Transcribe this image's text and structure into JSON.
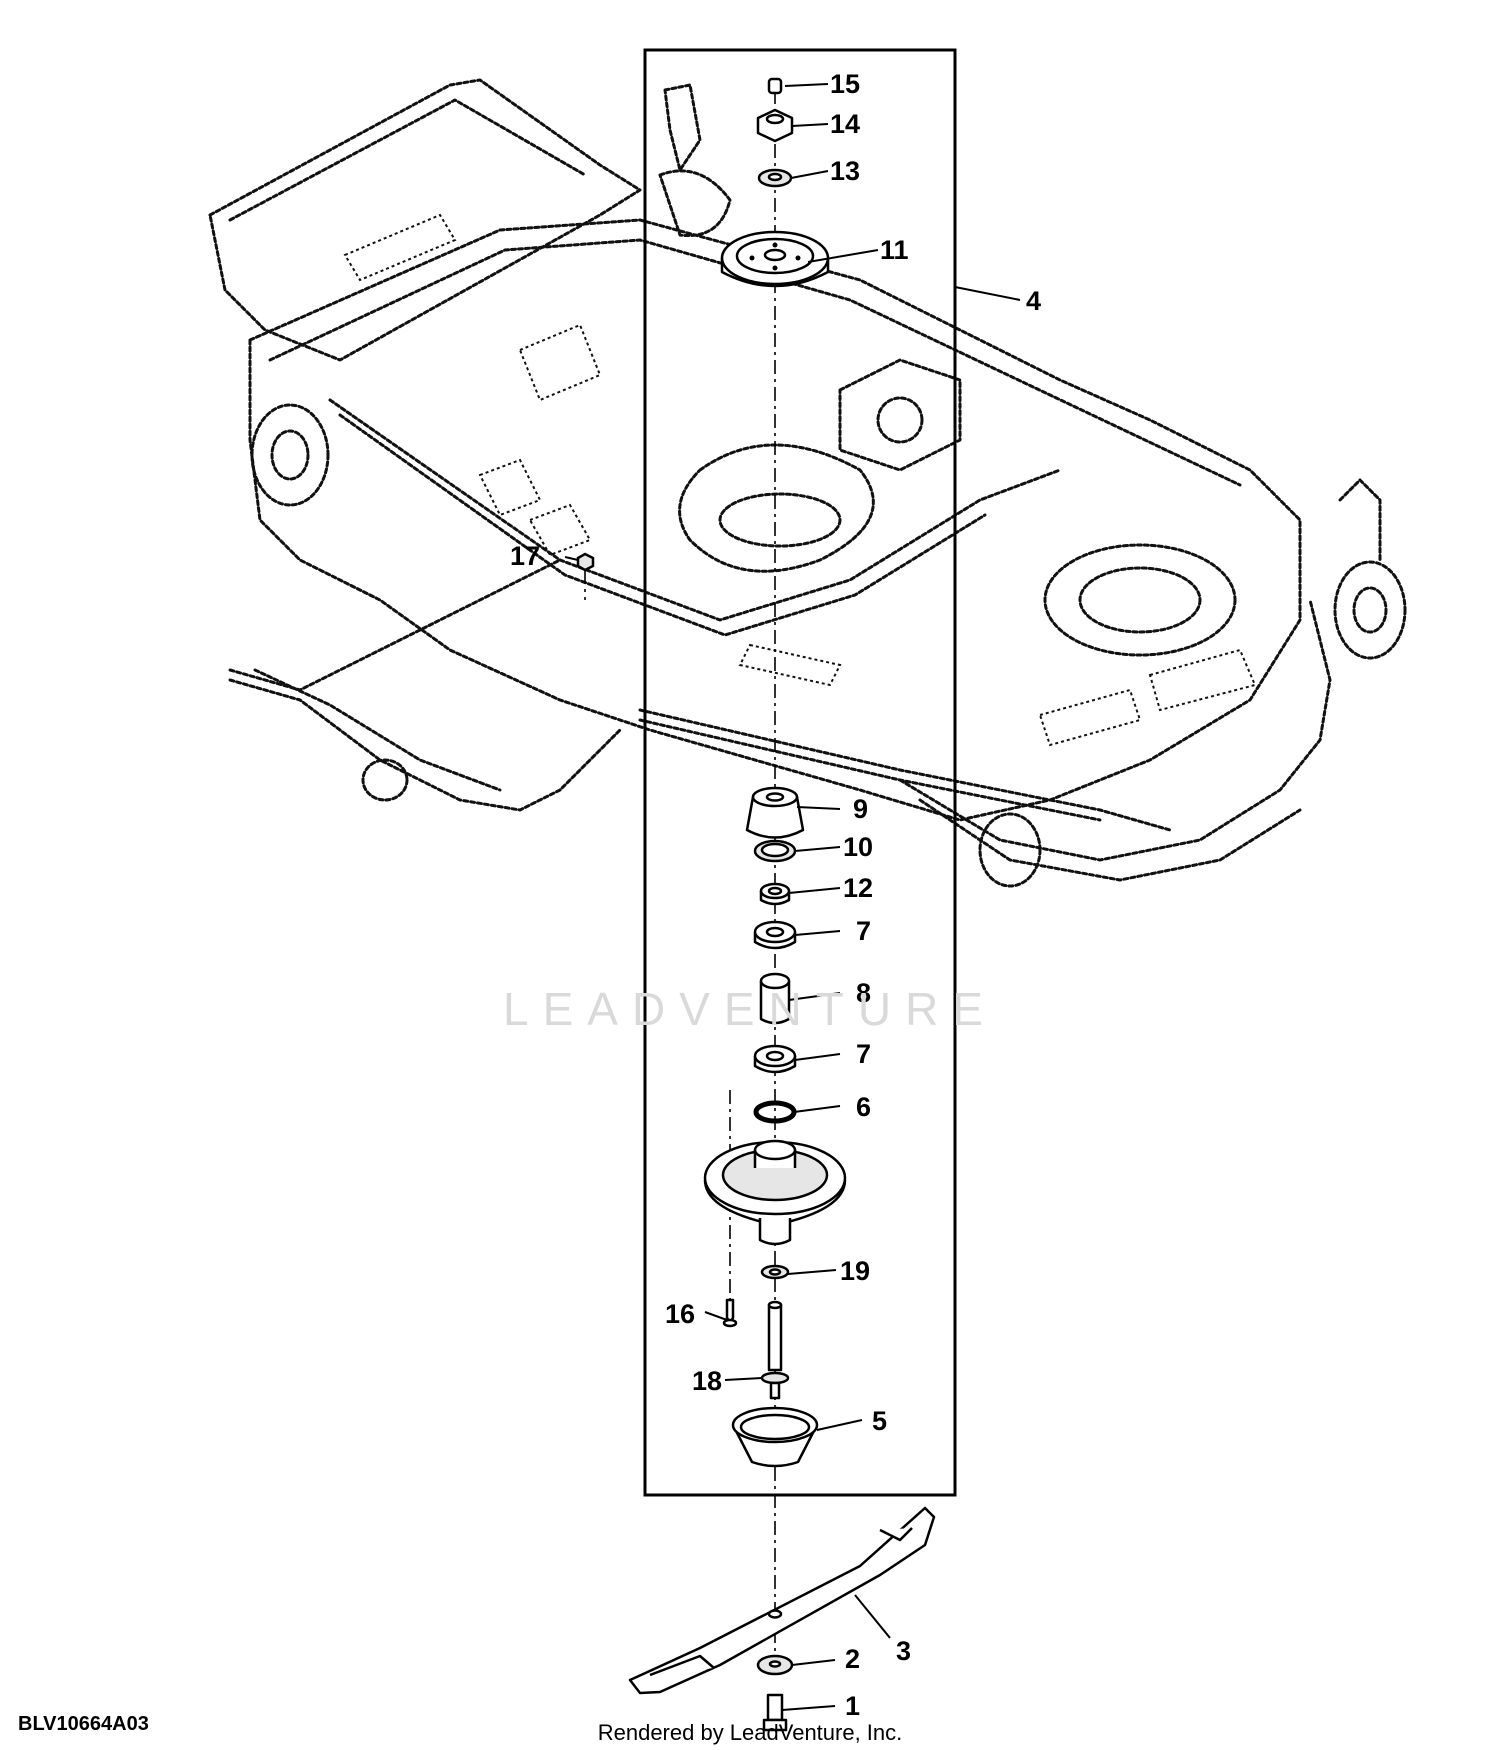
{
  "figure": {
    "id": "BLV10664A03",
    "credit": "Rendered by LeadVenture, Inc.",
    "watermark": "LEADVENTURE"
  },
  "callouts": {
    "c1": "1",
    "c2": "2",
    "c3": "3",
    "c4": "4",
    "c5": "5",
    "c6": "6",
    "c7a": "7",
    "c7b": "7",
    "c8": "8",
    "c9": "9",
    "c10": "10",
    "c11": "11",
    "c12": "12",
    "c13": "13",
    "c14": "14",
    "c15": "15",
    "c16": "16",
    "c17": "17",
    "c18": "18",
    "c19": "19"
  }
}
